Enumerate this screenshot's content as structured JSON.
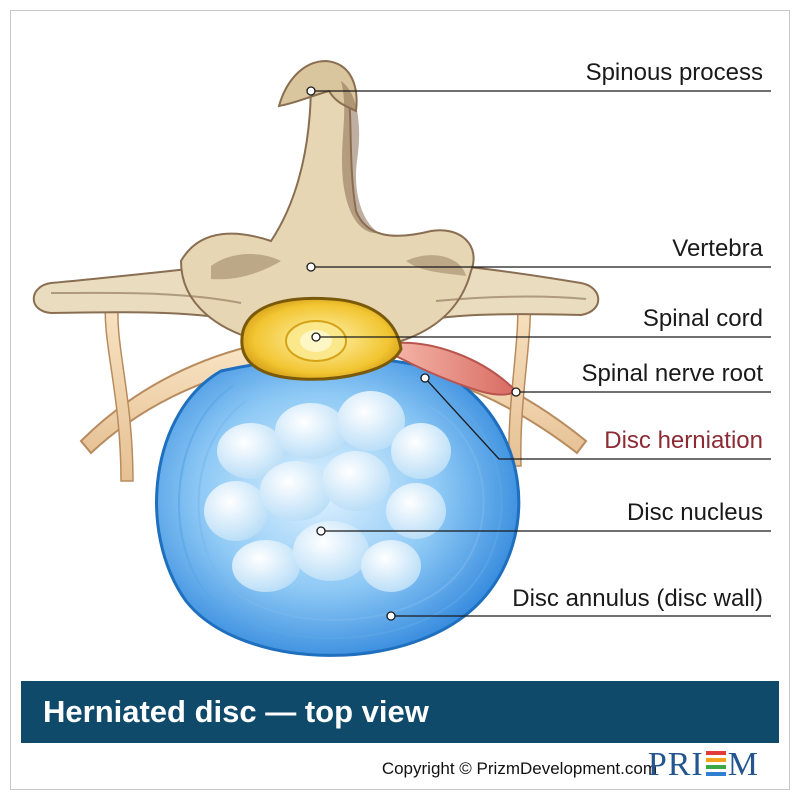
{
  "diagram": {
    "title": "Herniated disc — top view",
    "copyright": "Copyright © PrizmDevelopment.com",
    "logo": {
      "text_left": "PRI",
      "text_right": "M",
      "bar_colors": [
        "#e33b3b",
        "#f2a31b",
        "#3aa845",
        "#2f7fd3"
      ]
    },
    "labels": [
      {
        "id": "spinous-process",
        "text": "Spinous process"
      },
      {
        "id": "vertebra",
        "text": "Vertebra"
      },
      {
        "id": "spinal-cord",
        "text": "Spinal cord"
      },
      {
        "id": "spinal-nerve-root",
        "text": "Spinal nerve root"
      },
      {
        "id": "disc-herniation",
        "text": "Disc herniation"
      },
      {
        "id": "disc-nucleus",
        "text": "Disc nucleus"
      },
      {
        "id": "disc-annulus",
        "text": "Disc annulus (disc wall)"
      }
    ],
    "colors": {
      "bone": "#e9dcbf",
      "bone_shadow": "#8a6e52",
      "cord_outer": "#e8b21a",
      "cord_inner": "#fbe88a",
      "disc_outer": "#3c8fe0",
      "disc_inner": "#bfe3fb",
      "herniation": "#e88a82",
      "accent_label": "#8c2b34",
      "banner": "#0f4a6b"
    }
  }
}
